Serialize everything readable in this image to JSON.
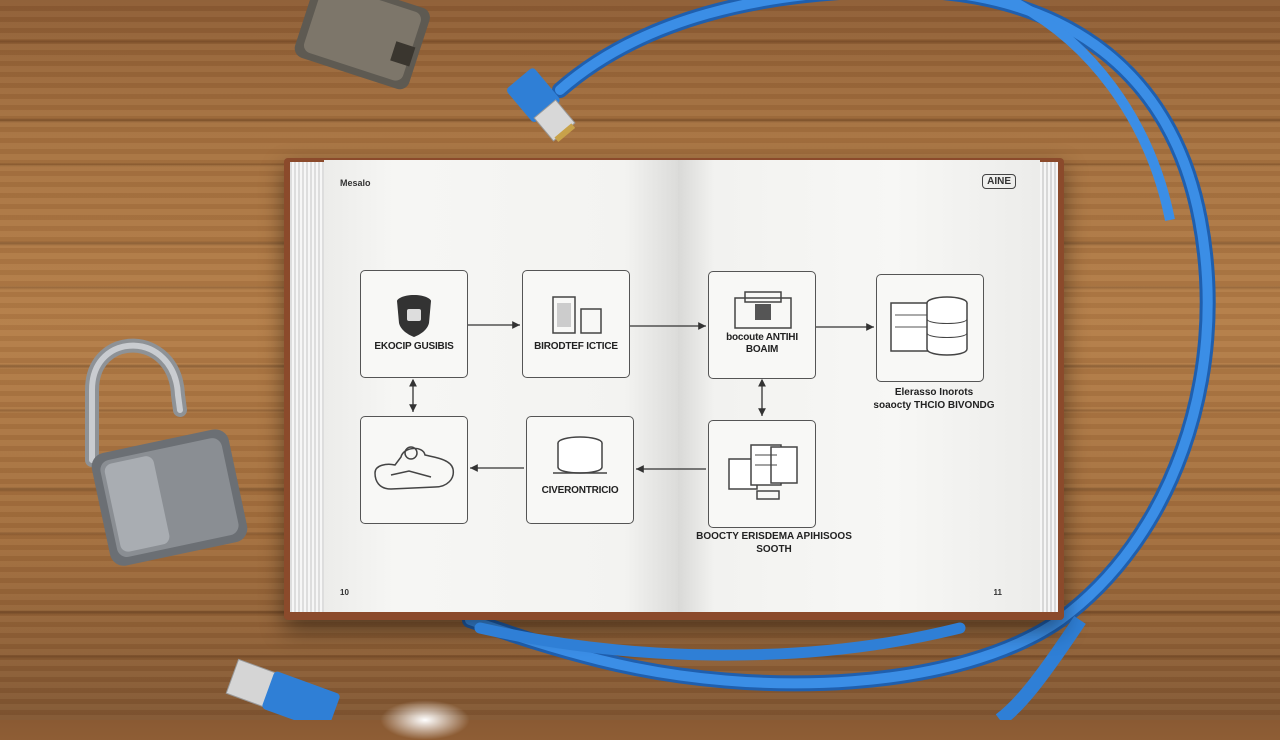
{
  "book": {
    "left_header": "Mesalo",
    "right_header": "AINE",
    "left_page_number": "10",
    "right_page_number": "11"
  },
  "diagram": {
    "nodes": [
      {
        "label": "EKOCIP GUSIBIS"
      },
      {
        "label": "BIRODTEF ICTICE"
      },
      {
        "label": "bocoute ANTIHI\nBOAIM"
      },
      {
        "label": ""
      },
      {
        "label": ""
      },
      {
        "label": "CIVERONTRICIO"
      },
      {
        "label": ""
      }
    ],
    "captions": [
      "Elerasso Inorots\nsoaocty THCIO BIVONDG",
      "BOOCTY ERISDEMA APIHISOOS\nSOOTH"
    ]
  },
  "colors": {
    "cable": "#2f7fd6",
    "wood": "#a9743f",
    "book_cover": "#8b4a2b"
  }
}
